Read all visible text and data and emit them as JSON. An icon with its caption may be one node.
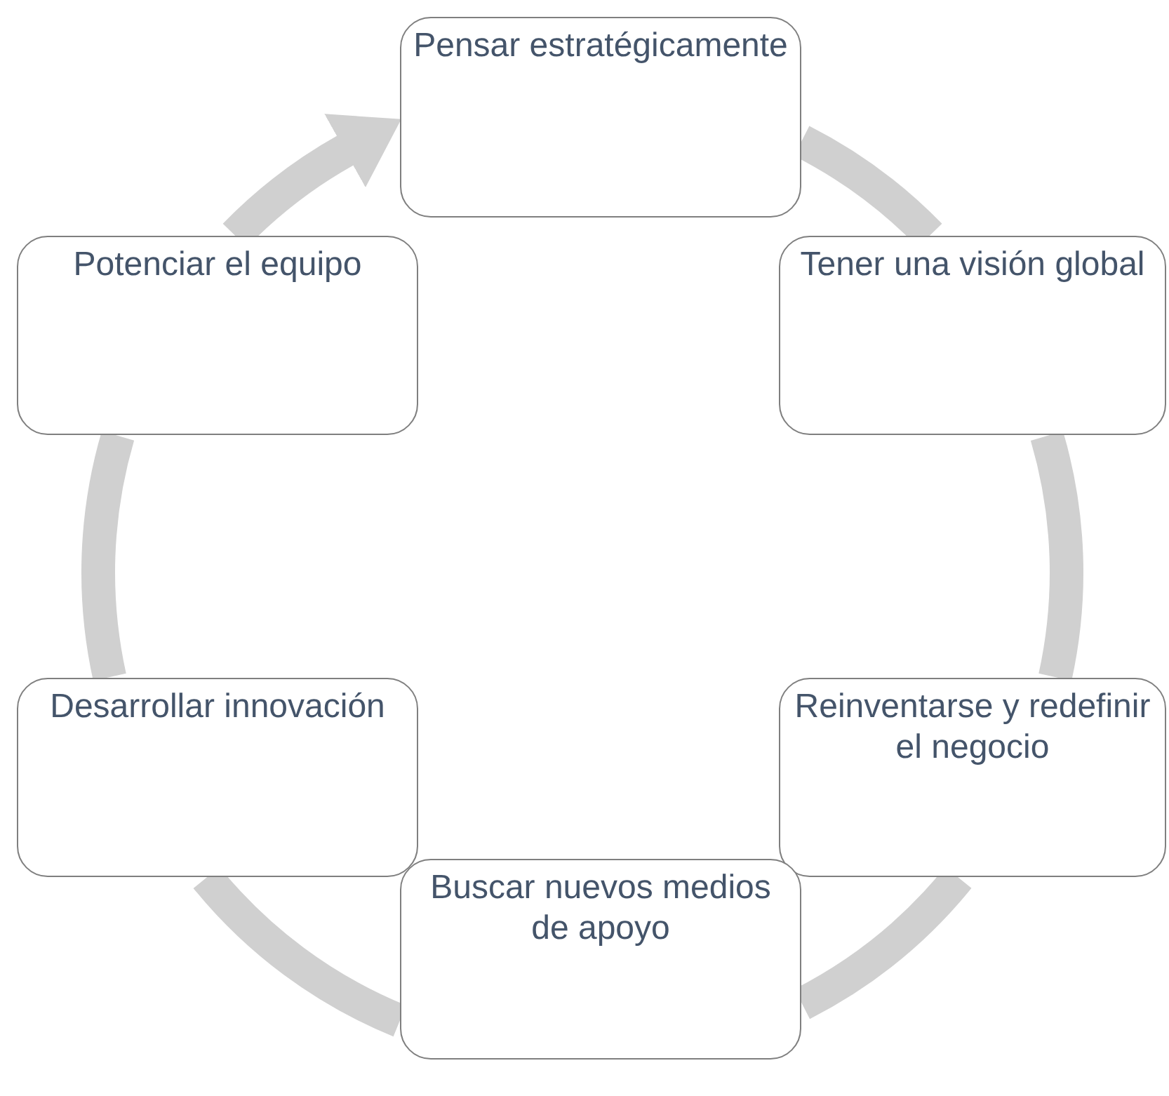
{
  "diagram": {
    "nodes": [
      {
        "text": [
          "Pensar estratégicamente"
        ]
      },
      {
        "text": [
          "Tener una visión global"
        ]
      },
      {
        "text": [
          "Reinventarse y redefinir el negocio"
        ]
      },
      {
        "text": [
          "Buscar nuevos medios de apoyo"
        ]
      },
      {
        "text": [
          "Desarrollar innovación"
        ]
      },
      {
        "text": [
          "Potenciar el equipo"
        ]
      }
    ],
    "edges": [
      {
        "from": 0,
        "to": 1,
        "arrow": "none"
      },
      {
        "from": 1,
        "to": 2,
        "arrow": "none"
      },
      {
        "from": 2,
        "to": 3,
        "arrow": "none"
      },
      {
        "from": 3,
        "to": 4,
        "arrow": "none"
      },
      {
        "from": 4,
        "to": 5,
        "arrow": "none"
      },
      {
        "from": 5,
        "to": 0,
        "arrow": "to"
      }
    ]
  }
}
